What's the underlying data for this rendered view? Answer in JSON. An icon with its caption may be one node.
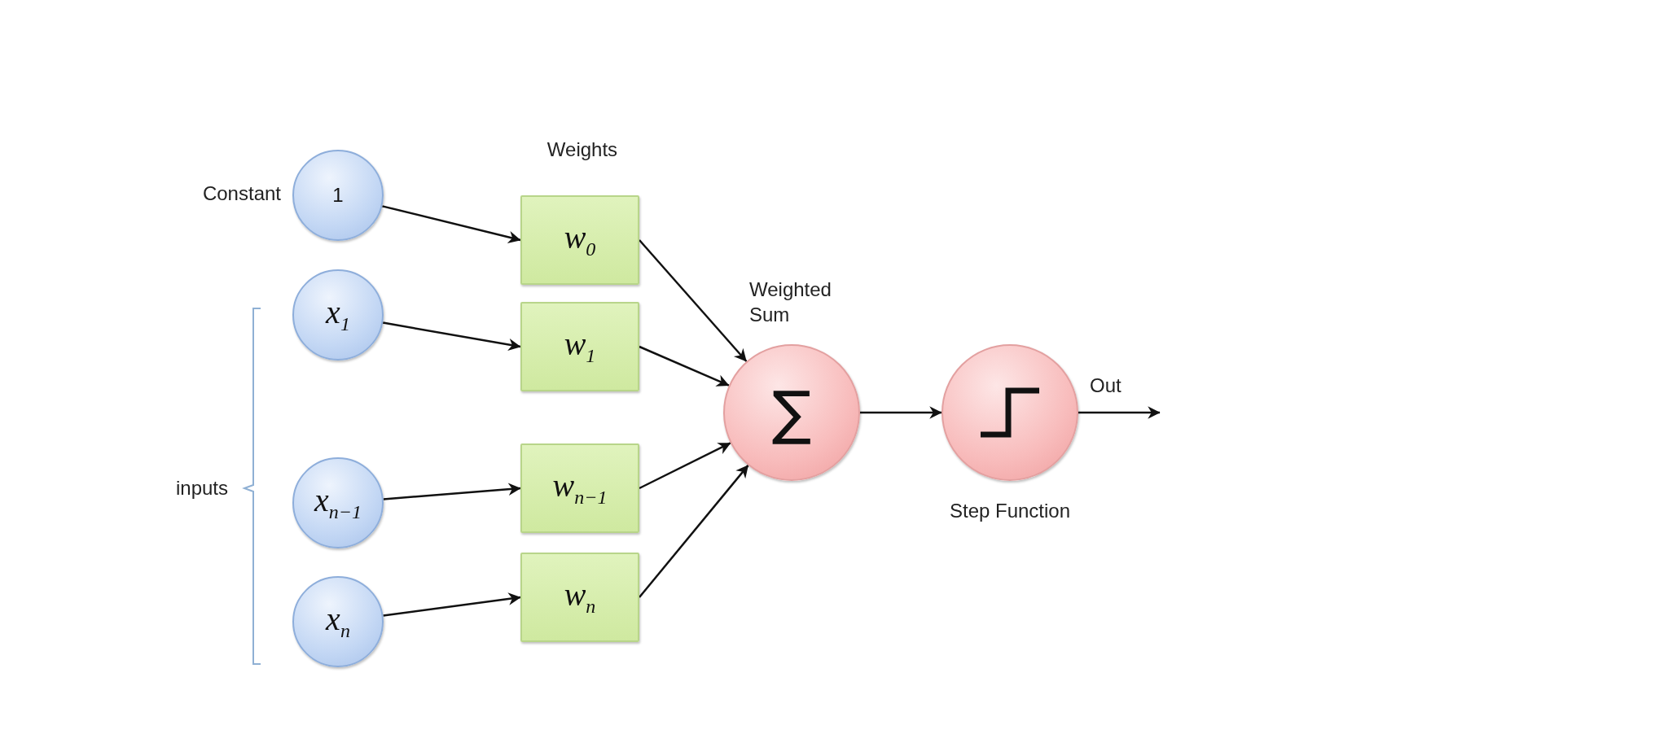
{
  "diagram": {
    "nodes": [
      {
        "text": [
          "1"
        ],
        "beside": [
          "Constant"
        ]
      },
      {
        "text": [
          "x$_{1}$"
        ]
      },
      {
        "text": [
          "x$_{n−1}$"
        ]
      },
      {
        "text": [
          "x$_{n}$"
        ]
      },
      {
        "text": [
          "w$_{0}$"
        ]
      },
      {
        "text": [
          "w$_{1}$"
        ]
      },
      {
        "text": [
          "w$_{n−1}$"
        ]
      },
      {
        "text": [
          "w$_{n}$"
        ]
      },
      {
        "text": [
          "∑"
        ],
        "beside": [
          "Weighted Sum"
        ]
      },
      {
        "text": [],
        "shape": "circle",
        "beside": [
          "Step Function"
        ]
      }
    ],
    "edges": [
      {
        "from": 0,
        "to": 4,
        "arrow": "to"
      },
      {
        "from": 1,
        "to": 5,
        "arrow": "to"
      },
      {
        "from": 2,
        "to": 6,
        "arrow": "to"
      },
      {
        "from": 3,
        "to": 7,
        "arrow": "to"
      },
      {
        "from": 4,
        "to": 8,
        "arrow": "to"
      },
      {
        "from": 5,
        "to": 8,
        "arrow": "to"
      },
      {
        "from": 6,
        "to": 8,
        "arrow": "to"
      },
      {
        "from": 7,
        "to": 8,
        "arrow": "to"
      },
      {
        "from": 8,
        "to": 9,
        "arrow": "to"
      },
      {
        "from": 9,
        "to": null,
        "arrow": "to",
        "label": "Out"
      }
    ],
    "labels": [
      "Weights",
      "inputs"
    ]
  }
}
